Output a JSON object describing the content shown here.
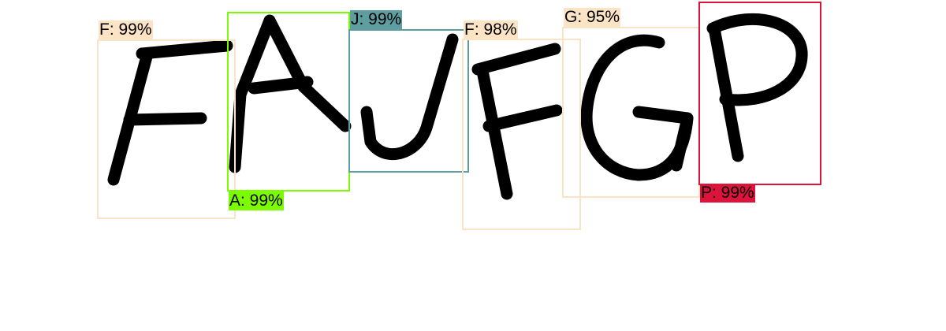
{
  "detections": [
    {
      "letter": "F",
      "label": "F: 99%",
      "color": "#fbe3c6",
      "label_below": false
    },
    {
      "letter": "A",
      "label": "A: 99%",
      "color": "#7cfc00",
      "label_below": true
    },
    {
      "letter": "J",
      "label": "J: 99%",
      "color": "#5f9ea0",
      "label_below": false
    },
    {
      "letter": "F",
      "label": "F: 98%",
      "color": "#fbe3c6",
      "label_below": false
    },
    {
      "letter": "G",
      "label": "G: 95%",
      "color": "#fbe3c6",
      "label_below": false
    },
    {
      "letter": "P",
      "label": "P: 99%",
      "color": "#dc143c",
      "label_below": true
    }
  ]
}
